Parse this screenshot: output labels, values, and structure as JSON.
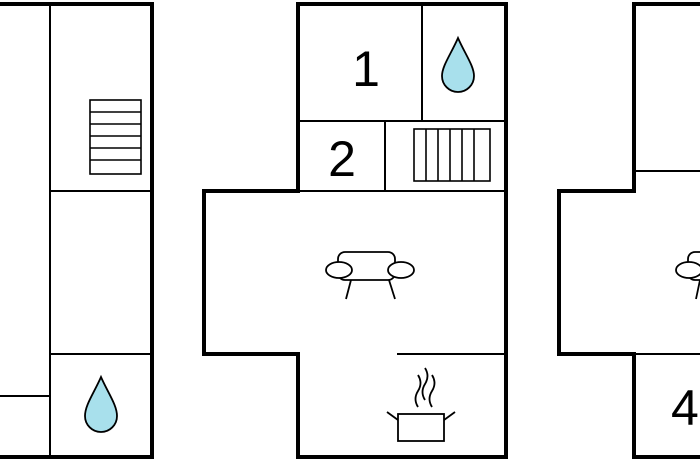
{
  "floor_plan": {
    "room_numbers": [
      "1",
      "2",
      "4"
    ],
    "colors": {
      "wall": "#000000",
      "background": "#ffffff",
      "water_drop": "#a8e0ec"
    },
    "icons": [
      "stairs-icon",
      "bathroom-drop-icon",
      "sofa-icon",
      "cooking-pot-icon"
    ]
  }
}
